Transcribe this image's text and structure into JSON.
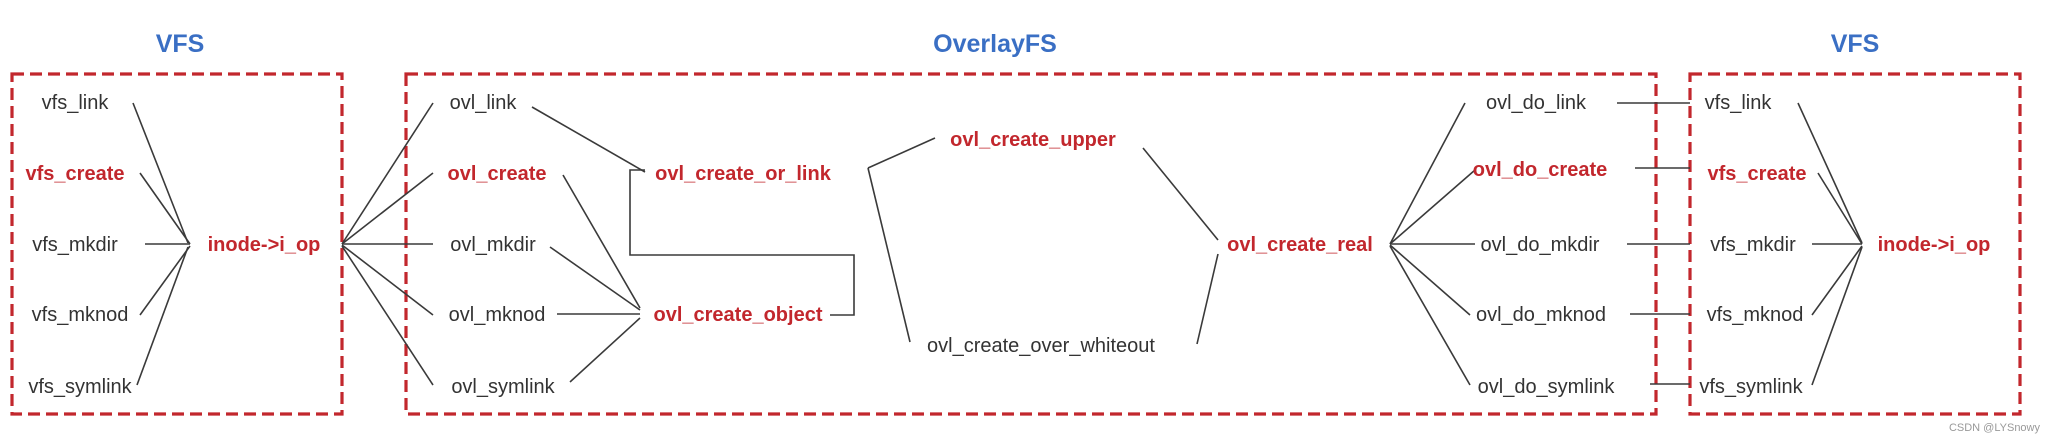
{
  "sections": [
    {
      "id": "vfs-left",
      "title": "VFS"
    },
    {
      "id": "overlayfs",
      "title": "OverlayFS"
    },
    {
      "id": "vfs-right",
      "title": "VFS"
    }
  ],
  "nodes": {
    "l_vfs_link": {
      "label": "vfs_link",
      "highlight": false
    },
    "l_vfs_create": {
      "label": "vfs_create",
      "highlight": true
    },
    "l_vfs_mkdir": {
      "label": "vfs_mkdir",
      "highlight": false
    },
    "l_vfs_mknod": {
      "label": "vfs_mknod",
      "highlight": false
    },
    "l_vfs_symlink": {
      "label": "vfs_symlink",
      "highlight": false
    },
    "l_iop": {
      "label": "inode->i_op",
      "highlight": true
    },
    "ovl_link": {
      "label": "ovl_link",
      "highlight": false
    },
    "ovl_create": {
      "label": "ovl_create",
      "highlight": true
    },
    "ovl_mkdir": {
      "label": "ovl_mkdir",
      "highlight": false
    },
    "ovl_mknod": {
      "label": "ovl_mknod",
      "highlight": false
    },
    "ovl_symlink": {
      "label": "ovl_symlink",
      "highlight": false
    },
    "ovl_create_or_link": {
      "label": "ovl_create_or_link",
      "highlight": true
    },
    "ovl_create_object": {
      "label": "ovl_create_object",
      "highlight": true
    },
    "ovl_create_upper": {
      "label": "ovl_create_upper",
      "highlight": true
    },
    "ovl_create_over_whiteout": {
      "label": "ovl_create_over_whiteout",
      "highlight": false
    },
    "ovl_create_real": {
      "label": "ovl_create_real",
      "highlight": true
    },
    "ovl_do_link": {
      "label": "ovl_do_link",
      "highlight": false
    },
    "ovl_do_create": {
      "label": "ovl_do_create",
      "highlight": true
    },
    "ovl_do_mkdir": {
      "label": "ovl_do_mkdir",
      "highlight": false
    },
    "ovl_do_mknod": {
      "label": "ovl_do_mknod",
      "highlight": false
    },
    "ovl_do_symlink": {
      "label": "ovl_do_symlink",
      "highlight": false
    },
    "r_vfs_link": {
      "label": "vfs_link",
      "highlight": false
    },
    "r_vfs_create": {
      "label": "vfs_create",
      "highlight": true
    },
    "r_vfs_mkdir": {
      "label": "vfs_mkdir",
      "highlight": false
    },
    "r_vfs_mknod": {
      "label": "vfs_mknod",
      "highlight": false
    },
    "r_vfs_symlink": {
      "label": "vfs_symlink",
      "highlight": false
    },
    "r_iop": {
      "label": "inode->i_op",
      "highlight": true
    }
  },
  "edges": [
    [
      "l_vfs_link",
      "l_iop"
    ],
    [
      "l_vfs_create",
      "l_iop"
    ],
    [
      "l_vfs_mkdir",
      "l_iop"
    ],
    [
      "l_vfs_mknod",
      "l_iop"
    ],
    [
      "l_vfs_symlink",
      "l_iop"
    ],
    [
      "l_iop",
      "ovl_link"
    ],
    [
      "l_iop",
      "ovl_create"
    ],
    [
      "l_iop",
      "ovl_mkdir"
    ],
    [
      "l_iop",
      "ovl_mknod"
    ],
    [
      "l_iop",
      "ovl_symlink"
    ],
    [
      "ovl_link",
      "ovl_create_or_link"
    ],
    [
      "ovl_create",
      "ovl_create_object"
    ],
    [
      "ovl_mkdir",
      "ovl_create_object"
    ],
    [
      "ovl_mknod",
      "ovl_create_object"
    ],
    [
      "ovl_symlink",
      "ovl_create_object"
    ],
    [
      "ovl_create_object",
      "ovl_create_or_link"
    ],
    [
      "ovl_create_or_link",
      "ovl_create_upper"
    ],
    [
      "ovl_create_or_link",
      "ovl_create_over_whiteout"
    ],
    [
      "ovl_create_upper",
      "ovl_create_real"
    ],
    [
      "ovl_create_over_whiteout",
      "ovl_create_real"
    ],
    [
      "ovl_create_real",
      "ovl_do_link"
    ],
    [
      "ovl_create_real",
      "ovl_do_create"
    ],
    [
      "ovl_create_real",
      "ovl_do_mkdir"
    ],
    [
      "ovl_create_real",
      "ovl_do_mknod"
    ],
    [
      "ovl_create_real",
      "ovl_do_symlink"
    ],
    [
      "ovl_do_link",
      "r_vfs_link"
    ],
    [
      "ovl_do_create",
      "r_vfs_create"
    ],
    [
      "ovl_do_mkdir",
      "r_vfs_mkdir"
    ],
    [
      "ovl_do_mknod",
      "r_vfs_mknod"
    ],
    [
      "ovl_do_symlink",
      "r_vfs_symlink"
    ],
    [
      "r_vfs_link",
      "r_iop"
    ],
    [
      "r_vfs_create",
      "r_iop"
    ],
    [
      "r_vfs_mkdir",
      "r_iop"
    ],
    [
      "r_vfs_mknod",
      "r_iop"
    ],
    [
      "r_vfs_symlink",
      "r_iop"
    ]
  ],
  "watermark": "CSDN @LYSnowy",
  "colors": {
    "title": "#3a6fc4",
    "highlight": "#c2272d",
    "text": "#333333",
    "frame": "#c2272d",
    "line": "#3a3a3a"
  }
}
